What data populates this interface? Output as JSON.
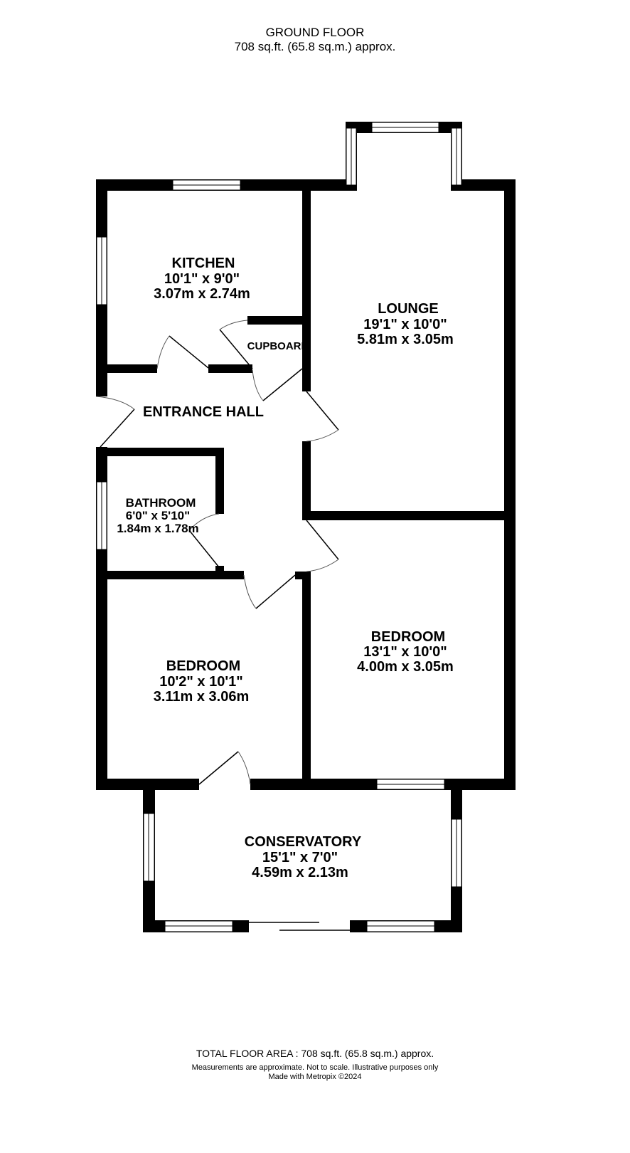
{
  "header": {
    "floor_name": "GROUND FLOOR",
    "floor_area": "708 sq.ft. (65.8 sq.m.) approx."
  },
  "rooms": [
    {
      "name": "KITCHEN",
      "imperial": "10'1\"  x 9'0\"",
      "metric": "3.07m  x 2.74m"
    },
    {
      "name": "LOUNGE",
      "imperial": "19'1\"  x 10'0\"",
      "metric": "5.81m  x 3.05m"
    },
    {
      "name": "CUPBOARD"
    },
    {
      "name": "ENTRANCE HALL"
    },
    {
      "name": "BATHROOM",
      "imperial": "6'0\"  x 5'10\"",
      "metric": "1.84m  x 1.78m"
    },
    {
      "name": "BEDROOM",
      "imperial": "10'2\"  x 10'1\"",
      "metric": "3.11m  x 3.06m"
    },
    {
      "name": "BEDROOM",
      "imperial": "13'1\"  x 10'0\"",
      "metric": "4.00m  x 3.05m"
    },
    {
      "name": "CONSERVATORY",
      "imperial": "15'1\"  x 7'0\"",
      "metric": "4.59m  x 2.13m"
    }
  ],
  "footer": {
    "total": "TOTAL FLOOR AREA : 708 sq.ft. (65.8 sq.m.) approx.",
    "disclaimer": "Measurements are approximate.  Not to scale.  Illustrative purposes only",
    "credit": "Made with Metropix ©2024"
  }
}
